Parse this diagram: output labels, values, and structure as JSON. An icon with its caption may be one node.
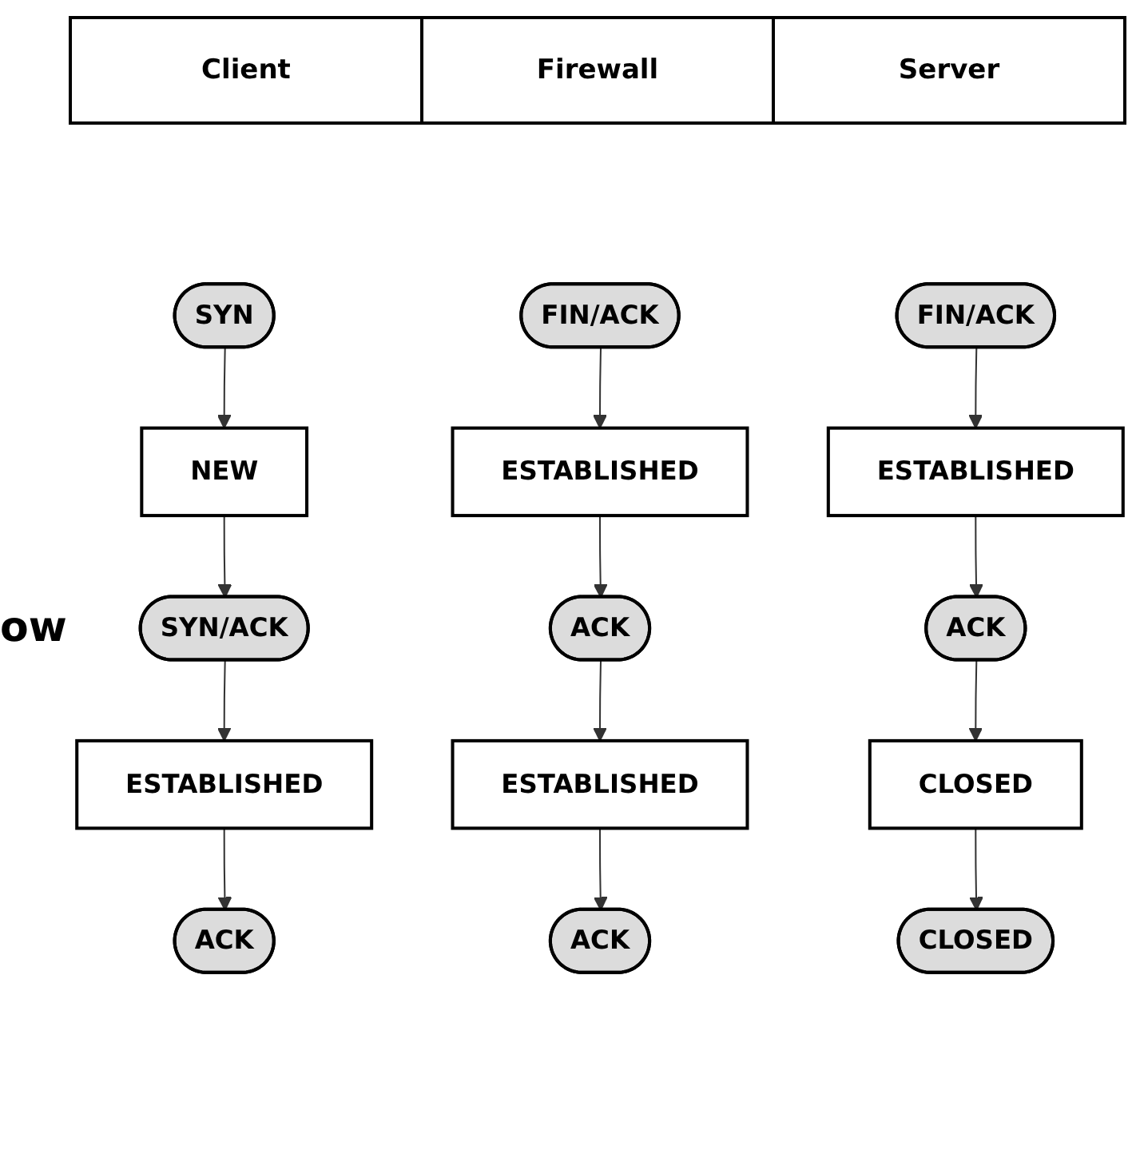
{
  "diagram": {
    "nodes": [
      {
        "text": [
          "SYN"
        ]
      },
      {
        "text": [
          "NEW"
        ]
      },
      {
        "text": [
          "SYN/ACK"
        ]
      },
      {
        "text": [
          "ESTABLISHED"
        ]
      },
      {
        "text": [
          "ACK"
        ]
      },
      {
        "text": [
          "FIN/ACK"
        ]
      },
      {
        "text": [
          "ESTABLISHED"
        ]
      },
      {
        "text": [
          "ACK"
        ]
      },
      {
        "text": [
          "ESTABLISHED"
        ]
      },
      {
        "text": [
          "ACK"
        ]
      },
      {
        "text": [
          "FIN/ACK"
        ]
      },
      {
        "text": [
          "ESTABLISHED"
        ]
      },
      {
        "text": [
          "ACK"
        ]
      },
      {
        "text": [
          "CLOSED"
        ]
      },
      {
        "text": [
          "CLOSED"
        ]
      }
    ],
    "edges": [
      {
        "from": 0,
        "to": 1,
        "arrow": "to"
      },
      {
        "from": 1,
        "to": 2,
        "arrow": "to"
      },
      {
        "from": 2,
        "to": 3,
        "arrow": "to"
      },
      {
        "from": 3,
        "to": 4,
        "arrow": "to"
      },
      {
        "from": 5,
        "to": 6,
        "arrow": "to"
      },
      {
        "from": 6,
        "to": 7,
        "arrow": "to"
      },
      {
        "from": 7,
        "to": 8,
        "arrow": "to"
      },
      {
        "from": 8,
        "to": 9,
        "arrow": "to"
      },
      {
        "from": 10,
        "to": 11,
        "arrow": "to"
      },
      {
        "from": 11,
        "to": 12,
        "arrow": "to"
      },
      {
        "from": 12,
        "to": 13,
        "arrow": "to"
      },
      {
        "from": 13,
        "to": 14,
        "arrow": "to"
      }
    ],
    "labels": [
      "Client",
      "Firewall",
      "Server",
      "ow"
    ]
  }
}
